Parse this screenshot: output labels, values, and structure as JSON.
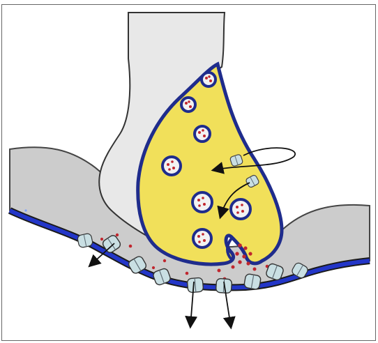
{
  "diagram": {
    "description_type": "synapse",
    "colors": {
      "background": "#ffffff",
      "frame": "#555555",
      "terminal_fill": "#f1e05a",
      "terminal_membrane": "#1f2c8c",
      "axon_fill": "#e8e8e8",
      "glia_fill": "#cfcfcf",
      "postsynaptic_membrane": "#2336c8",
      "postsynaptic_outline": "#1a1a1a",
      "channel_fill": "#c9dfe3",
      "neurotransmitter": "#c0262e",
      "arrow": "#111111"
    },
    "counts": {
      "vesicles": 7,
      "postsynaptic_channels": 9,
      "presynaptic_transporters": 2,
      "output_arrows": 3
    }
  }
}
